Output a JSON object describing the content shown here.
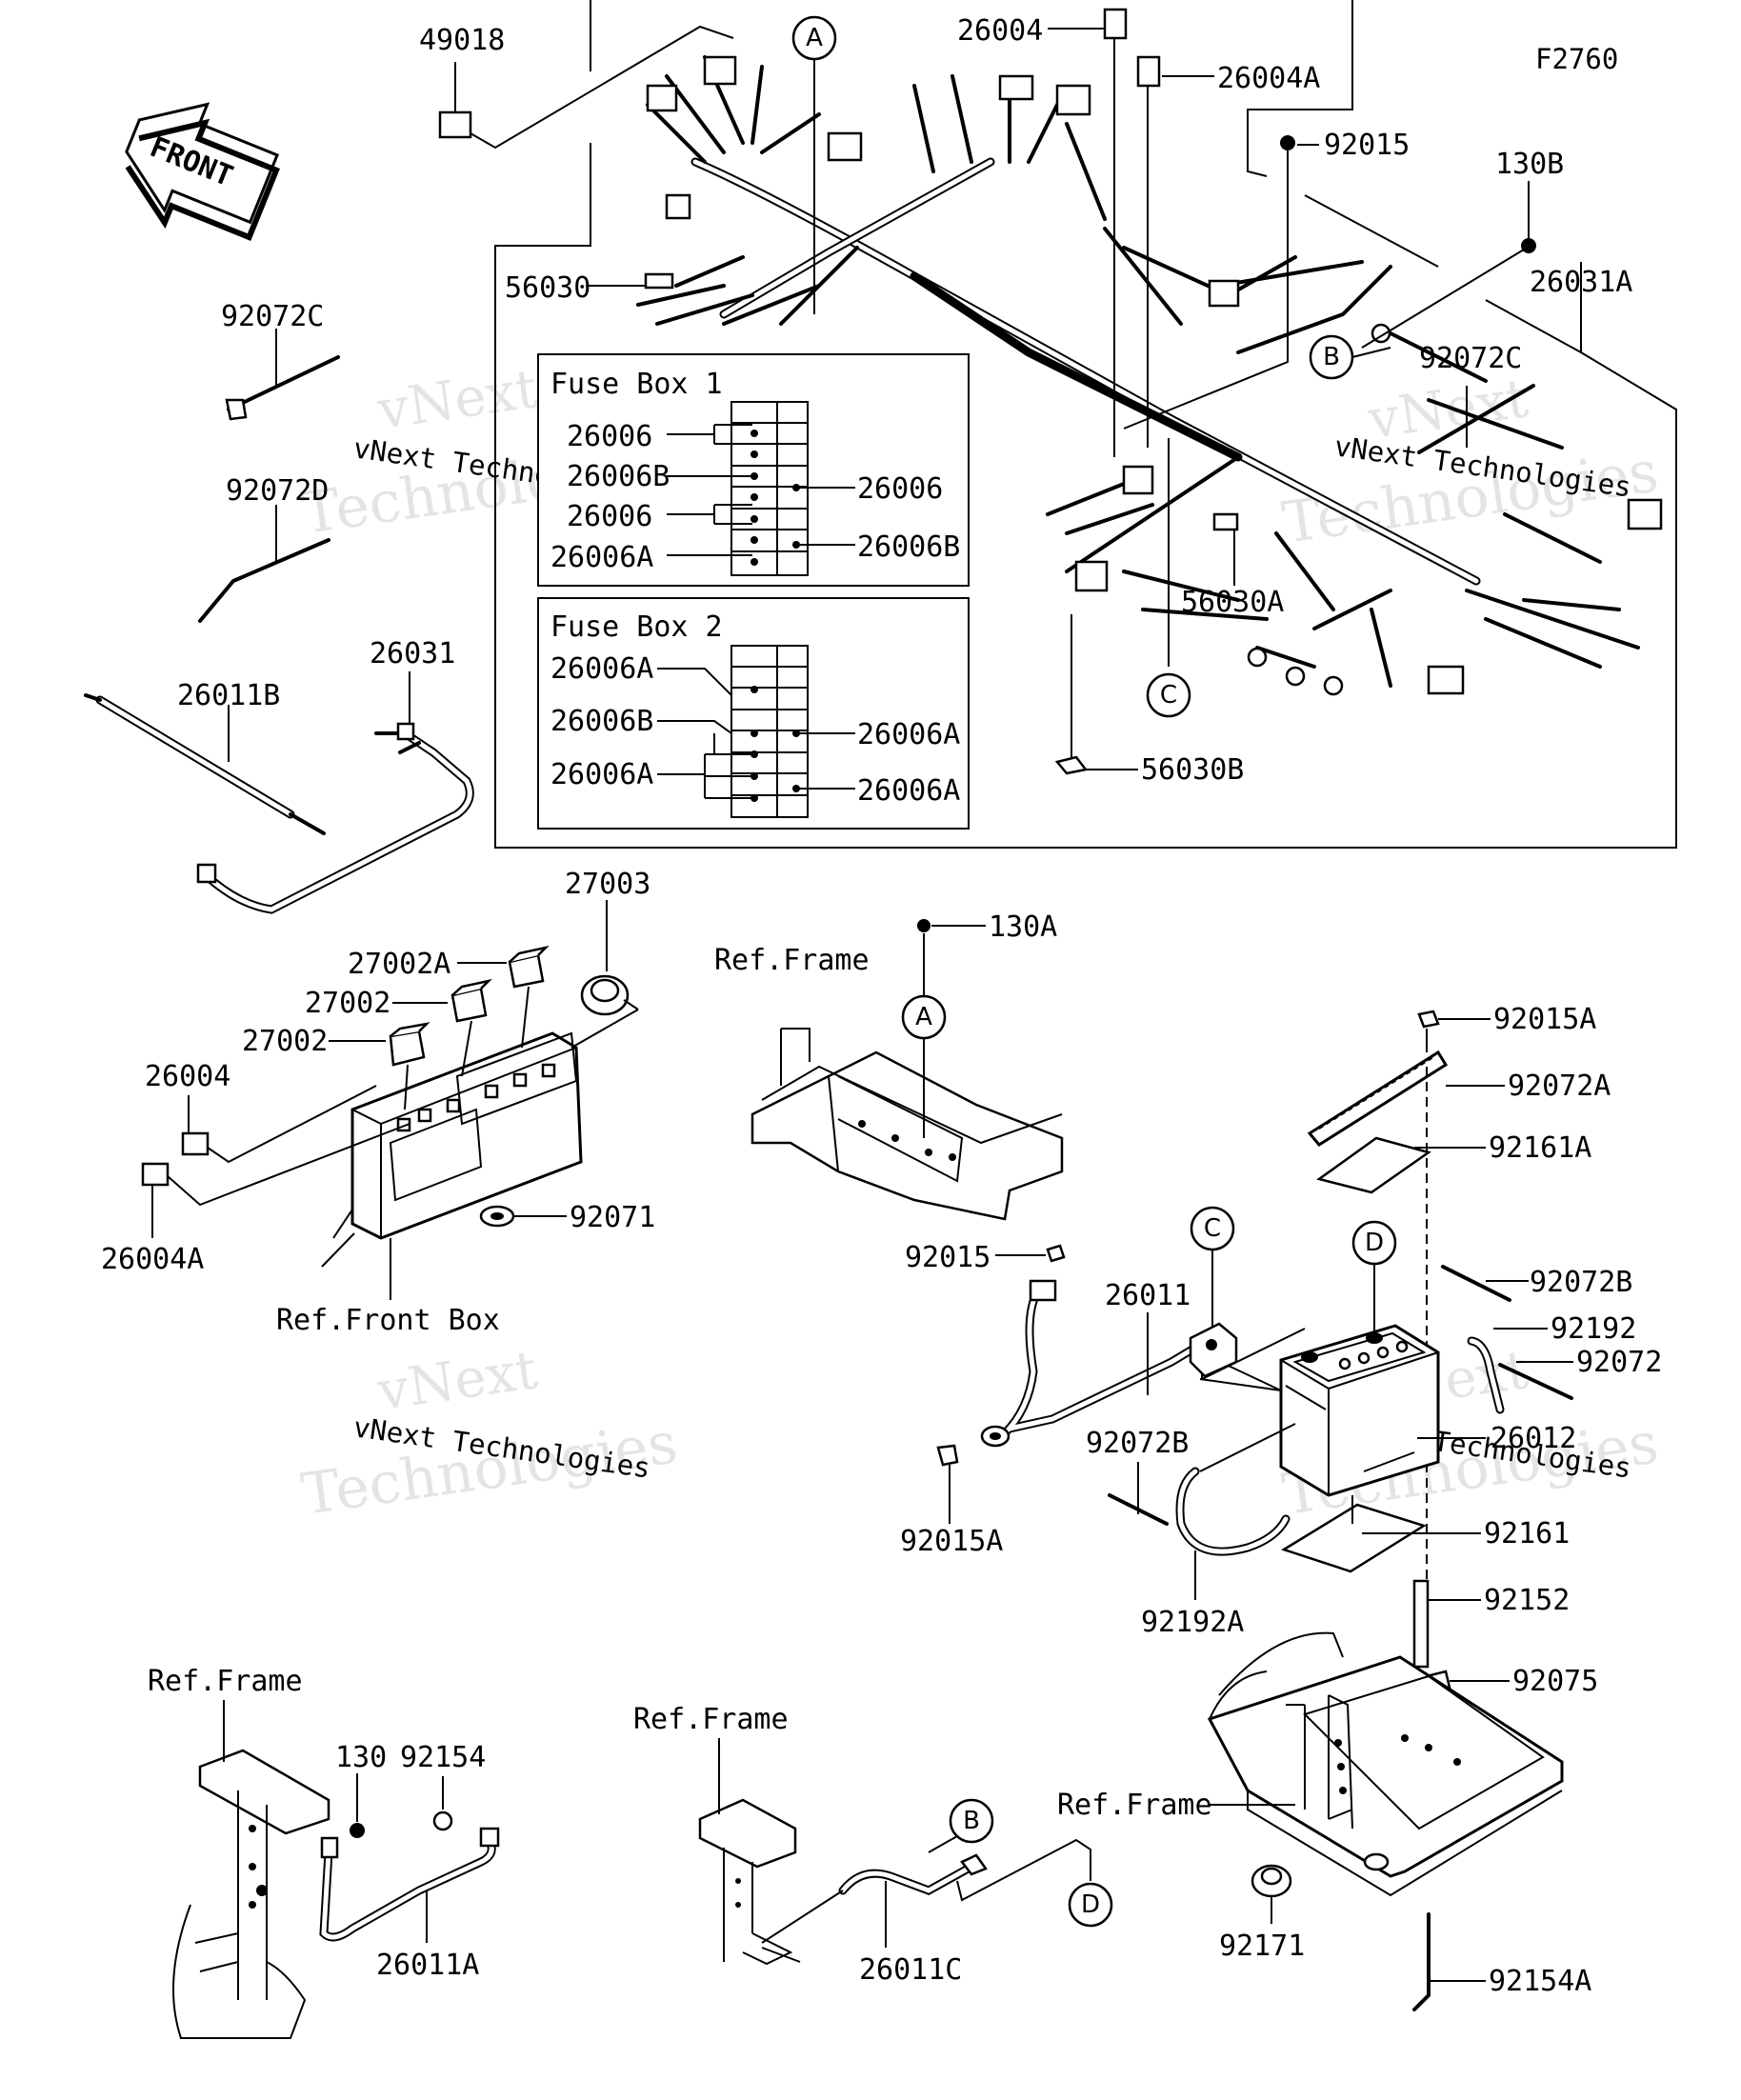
{
  "figure_code": "F2760",
  "front_arrow": {
    "label": "FRONT",
    "icon": "front-direction-arrow-icon"
  },
  "fuse_box_1": {
    "title": "Fuse Box 1",
    "left_labels": [
      "26006",
      "26006B",
      "26006",
      "26006A"
    ],
    "right_labels": [
      "26006",
      "26006B"
    ]
  },
  "fuse_box_2": {
    "title": "Fuse Box 2",
    "left_labels": [
      "26006A",
      "26006B",
      "26006A"
    ],
    "right_labels": [
      "26006A",
      "26006A"
    ]
  },
  "circle_markers": [
    "A",
    "B",
    "C",
    "D"
  ],
  "ref_labels": {
    "ref_frame": "Ref.Frame",
    "ref_front_box": "Ref.Front Box"
  },
  "part_numbers": {
    "p49018": "49018",
    "p26004_top": "26004",
    "p26004a_top": "26004A",
    "p92015_top": "92015",
    "p130b": "130B",
    "p26031a": "26031A",
    "p56030": "56030",
    "p92072c_left": "92072C",
    "p92072c_right": "92072C",
    "p92072d": "92072D",
    "p56030a": "56030A",
    "p56030b": "56030B",
    "p26031": "26031",
    "p26011b": "26011B",
    "p27003": "27003",
    "p27002a": "27002A",
    "p27002_1": "27002",
    "p27002_2": "27002",
    "p26004_mid": "26004",
    "p26004a_mid": "26004A",
    "p92071": "92071",
    "p130a": "130A",
    "p92015a_top": "92015A",
    "p92072a": "92072A",
    "p92161a": "92161A",
    "p92015_mid": "92015",
    "p26011": "26011",
    "p92072b_right": "92072B",
    "p92192": "92192",
    "p92072": "92072",
    "p26012": "26012",
    "p92072b_mid": "92072B",
    "p92015a_mid": "92015A",
    "p92161": "92161",
    "p92192a": "92192A",
    "p92152": "92152",
    "p92075": "92075",
    "p130": "130",
    "p92154": "92154",
    "p26011a": "26011A",
    "p26011c": "26011C",
    "p92171": "92171",
    "p92154a": "92154A"
  },
  "watermark": {
    "line1": "vNext",
    "line2": "vNext Technologies",
    "line3": "Technologies"
  }
}
